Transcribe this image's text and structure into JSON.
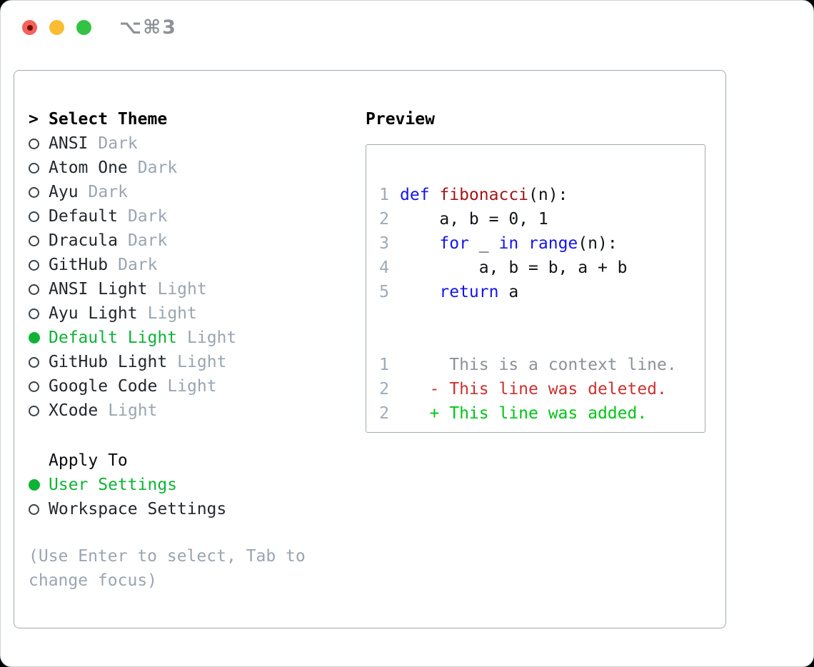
{
  "window": {
    "shortcut": "⌥⌘3"
  },
  "titlebar": {
    "buttons": [
      "close",
      "minimize",
      "zoom"
    ]
  },
  "theme_picker": {
    "header": {
      "pointer": ">",
      "label": "Select Theme"
    },
    "items": [
      {
        "name": "ANSI",
        "badge": "Dark",
        "selected": false
      },
      {
        "name": "Atom One",
        "badge": "Dark",
        "selected": false
      },
      {
        "name": "Ayu",
        "badge": "Dark",
        "selected": false
      },
      {
        "name": "Default",
        "badge": "Dark",
        "selected": false
      },
      {
        "name": "Dracula",
        "badge": "Dark",
        "selected": false
      },
      {
        "name": "GitHub",
        "badge": "Dark",
        "selected": false
      },
      {
        "name": "ANSI Light",
        "badge": "Light",
        "selected": false
      },
      {
        "name": "Ayu Light",
        "badge": "Light",
        "selected": false
      },
      {
        "name": "Default Light",
        "badge": "Light",
        "selected": true
      },
      {
        "name": "GitHub Light",
        "badge": "Light",
        "selected": false
      },
      {
        "name": "Google Code",
        "badge": "Light",
        "selected": false
      },
      {
        "name": "XCode",
        "badge": "Light",
        "selected": false
      }
    ]
  },
  "apply_to": {
    "label": "Apply To",
    "options": [
      {
        "name": "User Settings",
        "selected": true
      },
      {
        "name": "Workspace Settings",
        "selected": false
      }
    ]
  },
  "hint": {
    "lines": [
      "(Use Enter to select, Tab to",
      "change focus)"
    ]
  },
  "preview": {
    "title": "Preview",
    "code_lines": [
      {
        "num": "1",
        "tokens": [
          {
            "t": "def ",
            "c": "kw"
          },
          {
            "t": "fibonacci",
            "c": "fn"
          },
          {
            "t": "(n):",
            "c": "pl"
          }
        ]
      },
      {
        "num": "2",
        "tokens": [
          {
            "t": "    a, b = 0, 1",
            "c": "pl"
          }
        ]
      },
      {
        "num": "3",
        "tokens": [
          {
            "t": "    ",
            "c": "pl"
          },
          {
            "t": "for",
            "c": "kw"
          },
          {
            "t": " _ ",
            "c": "pl"
          },
          {
            "t": "in",
            "c": "kw"
          },
          {
            "t": " ",
            "c": "pl"
          },
          {
            "t": "range",
            "c": "kw"
          },
          {
            "t": "(n):",
            "c": "pl"
          }
        ]
      },
      {
        "num": "4",
        "tokens": [
          {
            "t": "        a, b = b, a + b",
            "c": "pl"
          }
        ]
      },
      {
        "num": "5",
        "tokens": [
          {
            "t": "    ",
            "c": "pl"
          },
          {
            "t": "return",
            "c": "kw"
          },
          {
            "t": " a",
            "c": "pl"
          }
        ]
      },
      {
        "num": "",
        "tokens": []
      },
      {
        "num": "",
        "tokens": []
      },
      {
        "num": "1",
        "tokens": [
          {
            "t": "     This is a context line.",
            "c": "ctx"
          }
        ]
      },
      {
        "num": "2",
        "tokens": [
          {
            "t": "   - This line was deleted.",
            "c": "del"
          }
        ]
      },
      {
        "num": "2",
        "tokens": [
          {
            "t": "   + This line was added.",
            "c": "add"
          }
        ]
      }
    ]
  },
  "colors": {
    "green": "#0eb336",
    "add": "#00c616",
    "del": "#cd3131",
    "kw": "#1414f0",
    "fn": "#a31515",
    "ctx": "#8b9299",
    "lnum": "#9daab8",
    "muted": "#9aa5b2",
    "textdark": "#23282e",
    "codetext": "#111418",
    "border": "#a2aab4",
    "tlred": "#f4605a",
    "tlreddot": "#6e0f06",
    "tlyellow": "#f9bd33",
    "tlgreen": "#33c344",
    "shortcutgray": "#8d9298"
  }
}
